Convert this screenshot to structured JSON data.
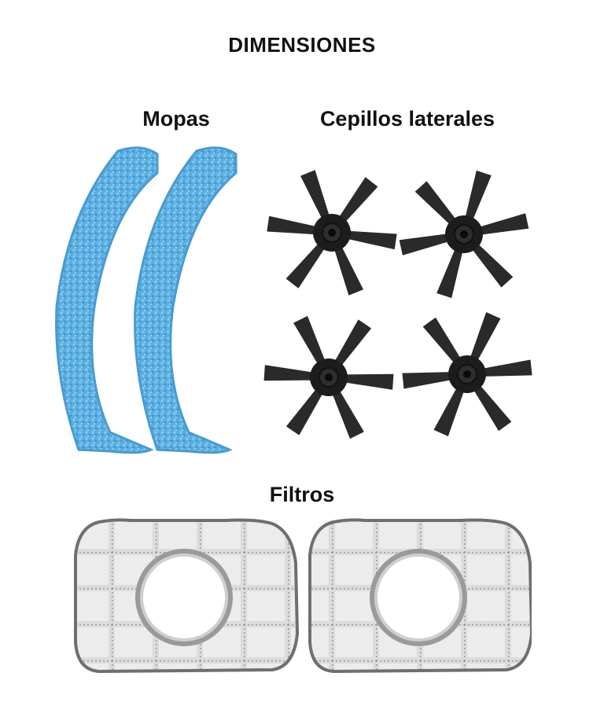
{
  "page": {
    "title": "DIMENSIONES"
  },
  "sections": {
    "mops": {
      "title": "Mopas",
      "count": 2,
      "color": "#5aaee0"
    },
    "side_brushes": {
      "title": "Cepillos laterales",
      "count": 4,
      "color": "#1c1c1c"
    },
    "filters": {
      "title": "Filtros",
      "count": 2,
      "color": "#8a8a8a"
    }
  }
}
